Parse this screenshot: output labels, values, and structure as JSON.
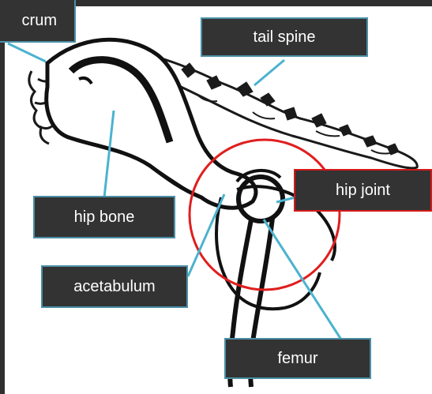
{
  "diagram": {
    "labels": {
      "sacrum": "crum",
      "tail_spine": "tail spine",
      "hip_bone": "hip bone",
      "acetabulum": "acetabulum",
      "hip_joint": "hip joint",
      "femur": "femur"
    },
    "colors": {
      "label_background": "#333333",
      "label_text": "#ffffff",
      "leader_line": "#4bb3cf",
      "highlight_circle": "#e01e1e",
      "frame": "#2f2f2f"
    }
  }
}
